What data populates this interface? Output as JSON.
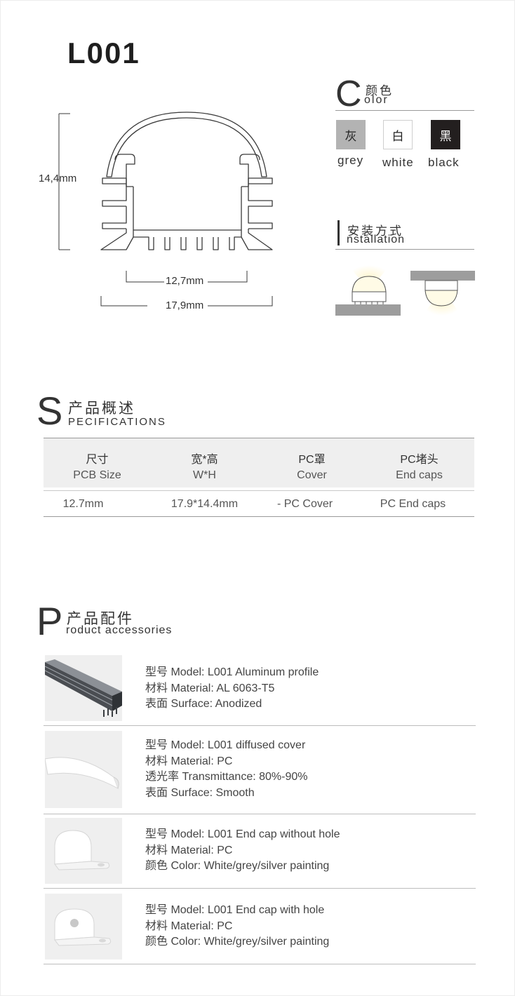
{
  "model": "L001",
  "drawing": {
    "height_dim": "14,4mm",
    "inner_width_dim": "12,7mm",
    "outer_width_dim": "17,9mm"
  },
  "color_section": {
    "letter": "C",
    "title_cn": "颜色",
    "title_en": "olor",
    "swatches": [
      {
        "cn": "灰",
        "label": "grey",
        "fill": "#b3b3b3",
        "text_color": "#222222"
      },
      {
        "cn": "白",
        "label": "white",
        "fill": "#ffffff",
        "text_color": "#222222"
      },
      {
        "cn": "黑",
        "label": "black",
        "fill": "#231f1f",
        "text_color": "#ffffff"
      }
    ]
  },
  "installation_section": {
    "letter": "I",
    "title_cn": "安装方式",
    "title_en": "nstallation"
  },
  "specifications": {
    "letter": "S",
    "title_cn": "产品概述",
    "title_en": "PECIFICATIONS",
    "headers": [
      {
        "cn": "尺寸",
        "en": "PCB Size"
      },
      {
        "cn": "宽*高",
        "en": "W*H"
      },
      {
        "cn": "PC罩",
        "en": "Cover"
      },
      {
        "cn": "PC堵头",
        "en": "End caps"
      }
    ],
    "row": [
      "12.7mm",
      "17.9*14.4mm",
      "- PC Cover",
      "PC End caps"
    ]
  },
  "accessories": {
    "letter": "P",
    "title_cn": "产品配件",
    "title_en": "roduct accessories",
    "items": [
      {
        "lines": [
          "型号 Model: L001 Aluminum profile",
          "材料 Material: AL 6063-T5",
          "表面 Surface: Anodized"
        ]
      },
      {
        "lines": [
          "型号 Model: L001 diffused cover",
          "材料 Material: PC",
          "透光率 Transmittance: 80%-90%",
          "表面 Surface: Smooth"
        ]
      },
      {
        "lines": [
          "型号 Model: L001 End cap without hole",
          "材料 Material: PC",
          "颜色 Color: White/grey/silver painting"
        ]
      },
      {
        "lines": [
          "型号 Model: L001 End cap with hole",
          "材料 Material: PC",
          "颜色 Color: White/grey/silver painting"
        ]
      }
    ]
  }
}
